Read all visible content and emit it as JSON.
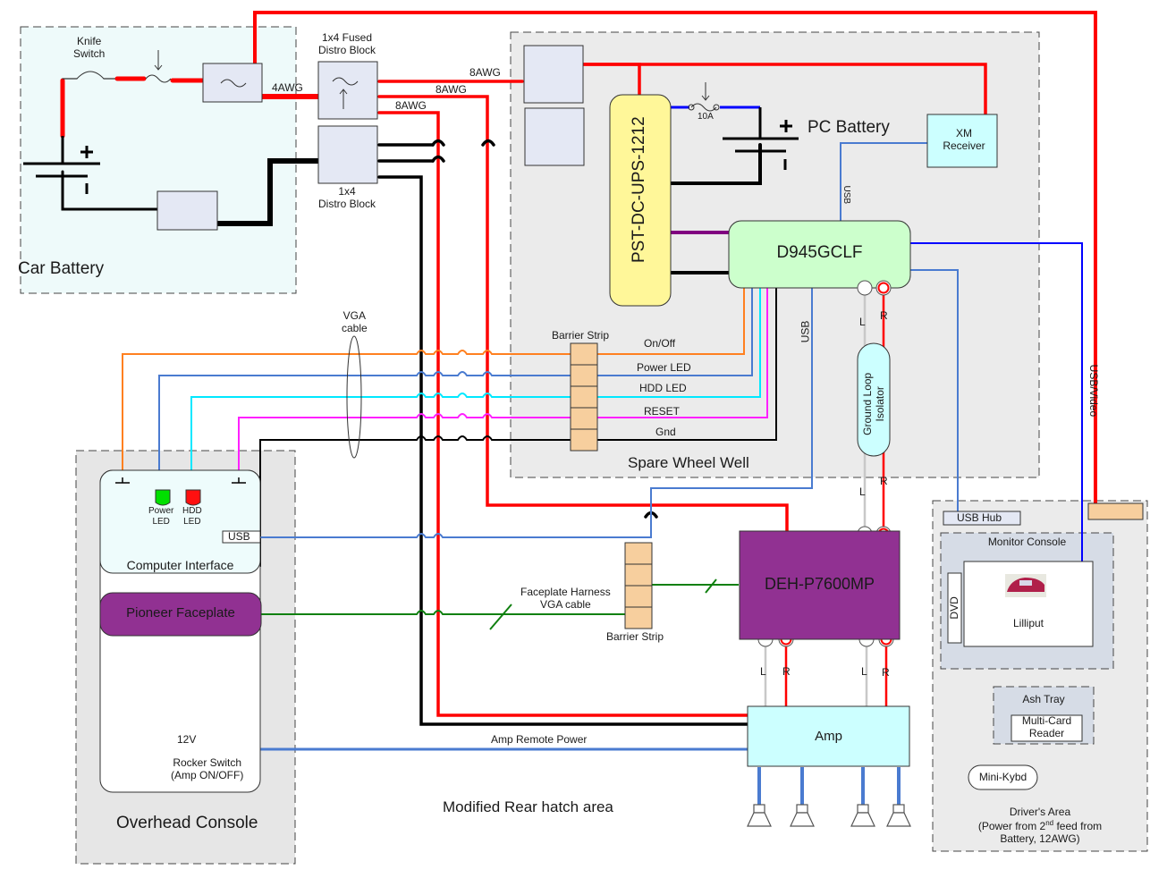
{
  "areas": {
    "car_battery": "Car Battery",
    "spare_wheel_well": "Spare Wheel Well",
    "overhead_console": "Overhead Console",
    "rear_hatch": "Modified Rear hatch area",
    "drivers_area_line1": "Driver's Area",
    "drivers_area_line2_pre": "(Power from 2",
    "drivers_area_line2_sup": "nd",
    "drivers_area_line2_post": " feed from",
    "drivers_area_line3": "Battery, 12AWG)",
    "monitor_console": "Monitor Console",
    "ash_tray": "Ash Tray"
  },
  "components": {
    "knife_switch_line1": "Knife",
    "knife_switch_line2": "Switch",
    "fused_distro_line1": "1x4 Fused",
    "fused_distro_line2": "Distro Block",
    "distro_line1": "1x4",
    "distro_line2": "Distro Block",
    "ups": "PST-DC-UPS-1212",
    "pc_battery": "PC Battery",
    "fuse_rating": "10A",
    "xm_line1": "XM",
    "xm_line2": "Receiver",
    "motherboard": "D945GCLF",
    "ground_loop_line1": "Ground Loop",
    "ground_loop_line2": "Isolator",
    "head_unit": "DEH-P7600MP",
    "amp": "Amp",
    "computer_interface": "Computer Interface",
    "pioneer_faceplate": "Pioneer Faceplate",
    "power_led_line1": "Power",
    "power_led_line2": "LED",
    "hdd_led_line1": "HDD",
    "hdd_led_line2": "LED",
    "usb_port": "USB",
    "rocker_line1": "Rocker Switch",
    "rocker_line2": "(Amp ON/OFF)",
    "rocker_voltage": "12V",
    "usb_hub": "USB Hub",
    "lilliput": "Lilliput",
    "dvd": "DVD",
    "card_reader_line1": "Multi-Card",
    "card_reader_line2": "Reader",
    "mini_kybd": "Mini-Kybd",
    "barrier_strip": "Barrier Strip"
  },
  "wires": {
    "awg4": "4AWG",
    "awg8_a": "8AWG",
    "awg8_b": "8AWG",
    "awg8_c": "8AWG",
    "usb_xm": "USB",
    "usb_iface": "USB",
    "usb_video": "USB/Video",
    "vga_line1": "VGA",
    "vga_line2": "cable",
    "on_off": "On/Off",
    "power_led": "Power LED",
    "hdd_led": "HDD LED",
    "reset": "RESET",
    "gnd": "Gnd",
    "faceplate_line1": "Faceplate Harness",
    "faceplate_line2": "VGA cable",
    "amp_remote": "Amp Remote Power",
    "left": "L",
    "right": "R"
  },
  "colors": {
    "power": "#ff0000",
    "ground": "#000000",
    "usb": "#4a7bd0",
    "video": "#0000ff",
    "onoff": "#ff8020",
    "hdd": "#00e8ff",
    "reset": "#ff20ff",
    "faceplate": "#108010",
    "headunit": "#913192",
    "ups": "#fff799",
    "motherboard": "#ccffcc",
    "cyanbox": "#ccffff",
    "area_gray": "#ebebeb",
    "car_area": "#eefafa"
  }
}
